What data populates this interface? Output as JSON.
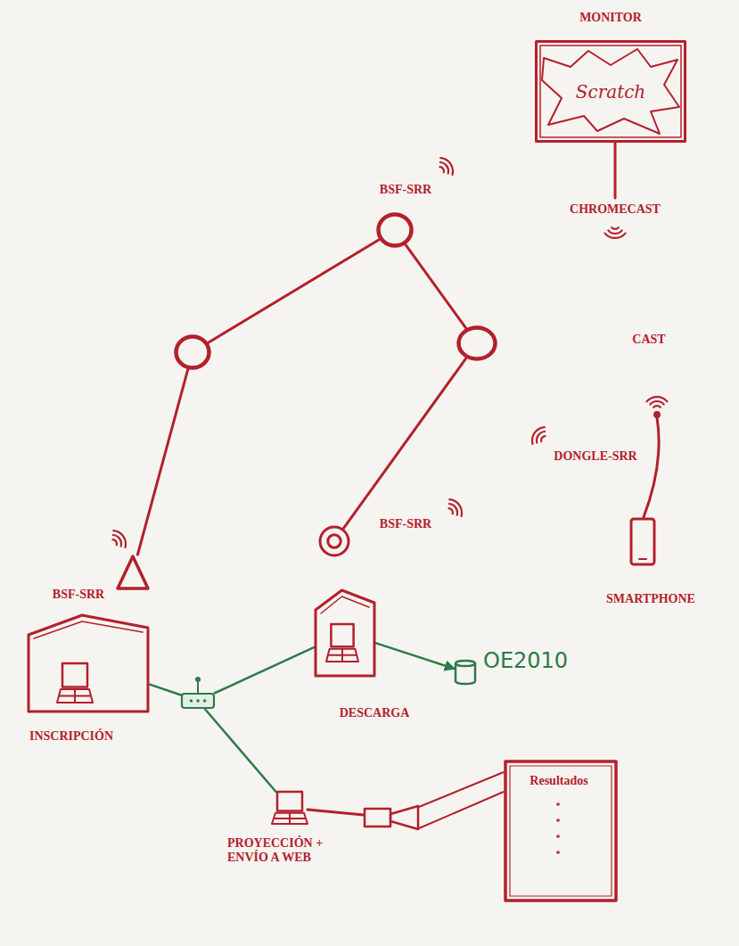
{
  "diagram": {
    "nodes": [
      {
        "text": [
          "MONITOR",
          "Scratch"
        ]
      },
      {
        "text": [
          "BSF-SRR"
        ]
      },
      {
        "text": []
      },
      {
        "text": []
      },
      {
        "text": [
          "BSF-SRR"
        ]
      },
      {
        "text": [
          "BSF-SRR"
        ]
      },
      {
        "text": [
          "SMARTPHONE"
        ]
      },
      {
        "text": [
          "INSCRIPCIÓN"
        ]
      },
      {
        "text": []
      },
      {
        "text": [
          "DESCARGA"
        ]
      },
      {
        "text": [
          "OE2010"
        ]
      },
      {
        "text": [
          "PROYECCIÓN + ENVÍO A WEB"
        ]
      },
      {
        "text": []
      },
      {
        "text": [
          "Resultados"
        ]
      }
    ],
    "edges": [
      {
        "from": 1,
        "to": 2,
        "arrow": "none"
      },
      {
        "from": 1,
        "to": 3,
        "arrow": "none"
      },
      {
        "from": 2,
        "to": 4,
        "arrow": "none"
      },
      {
        "from": 3,
        "to": 5,
        "arrow": "none"
      },
      {
        "from": 7,
        "to": 8,
        "arrow": "none"
      },
      {
        "from": 8,
        "to": 9,
        "arrow": "none"
      },
      {
        "from": 9,
        "to": 10,
        "arrow": "to"
      },
      {
        "from": 8,
        "to": 11,
        "arrow": "none"
      },
      {
        "from": 11,
        "to": 12,
        "arrow": "none"
      }
    ],
    "labels": [
      "CHROMECAST",
      "DONGLE-SRR",
      "CAST"
    ]
  }
}
